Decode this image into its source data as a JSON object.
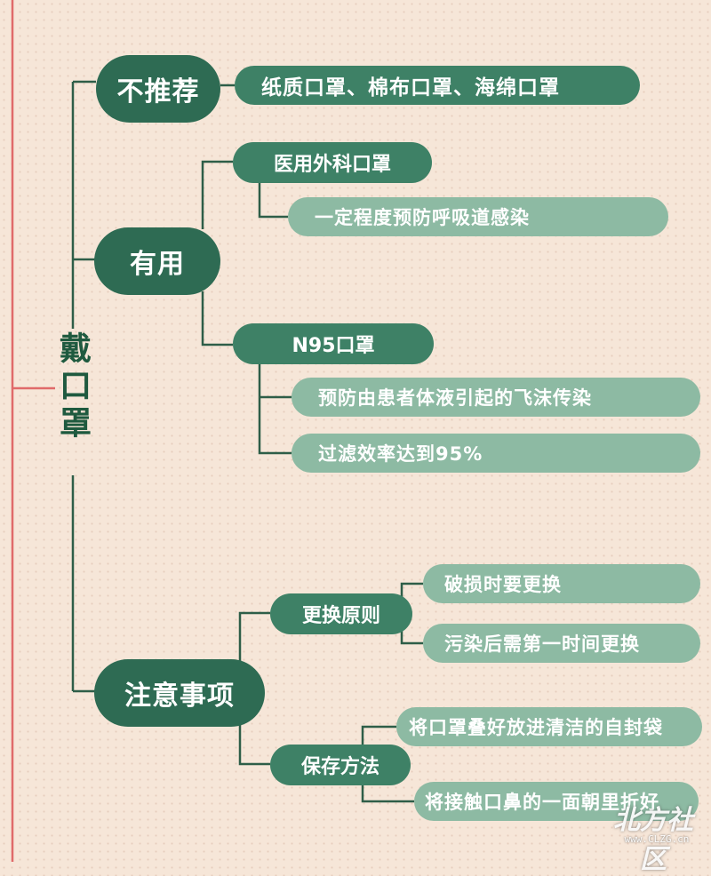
{
  "root": {
    "label": "戴口罩"
  },
  "branches": [
    {
      "label": "不推荐",
      "children": [
        {
          "label": "纸质口罩、棉布口罩、海绵口罩"
        }
      ]
    },
    {
      "label": "有用",
      "children": [
        {
          "label": "医用外科口罩",
          "children": [
            {
              "label": "一定程度预防呼吸道感染"
            }
          ]
        },
        {
          "label": "N95口罩",
          "children": [
            {
              "label": "预防由患者体液引起的飞沫传染"
            },
            {
              "label": "过滤效率达到95%"
            }
          ]
        }
      ]
    },
    {
      "label": "注意事项",
      "children": [
        {
          "label": "更换原则",
          "children": [
            {
              "label": "破损时要更换"
            },
            {
              "label": "污染后需第一时间更换"
            }
          ]
        },
        {
          "label": "保存方法",
          "children": [
            {
              "label": "将口罩叠好放进清洁的自封袋"
            },
            {
              "label": "将接触口鼻的一面朝里折好"
            }
          ]
        }
      ]
    }
  ],
  "watermark": {
    "text": "北方社区",
    "sub": "www.CLZG.cn"
  },
  "colors": {
    "background": "#f6e6d8",
    "accent_line": "#e06a6a",
    "connector": "#2e5e48",
    "level1": "#2e6b53",
    "level2": "#3e8166",
    "level3": "#8dbaa3"
  }
}
